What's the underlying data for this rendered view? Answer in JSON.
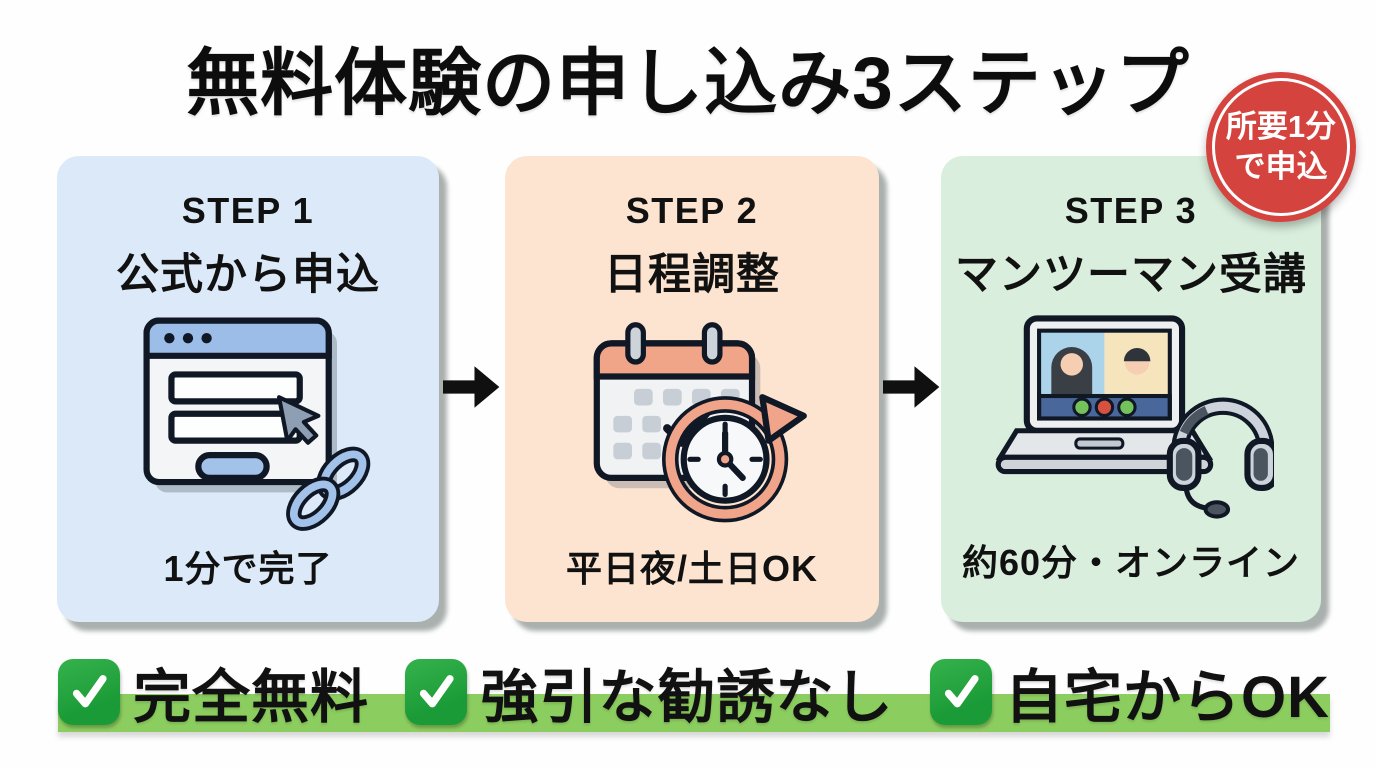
{
  "title": "無料体験の申し込み3ステップ",
  "badge": {
    "text_line1": "所要1分",
    "text_line2": "で申込",
    "bg_color": "#d5433e",
    "ring_color": "#ffffff"
  },
  "steps": [
    {
      "step_label": "STEP 1",
      "name": "公式から申込",
      "caption": "1分で完了",
      "bg_color": "#dbe9f8",
      "icon": "browser-form-link-icon"
    },
    {
      "step_label": "STEP 2",
      "name": "日程調整",
      "caption": "平日夜/土日OK",
      "bg_color": "#fce4d1",
      "icon": "calendar-clock-icon"
    },
    {
      "step_label": "STEP 3",
      "name": "マンツーマン受講",
      "caption": "約60分・オンライン",
      "bg_color": "#d9eedd",
      "icon": "video-call-headset-icon"
    }
  ],
  "arrows": {
    "icon": "right-arrow-icon",
    "color": "#111111"
  },
  "footer": {
    "band_color": "#8ccd5f",
    "check_bg_color": "#23a33c",
    "items": [
      {
        "label": "完全無料"
      },
      {
        "label": "強引な勧誘なし"
      },
      {
        "label": "自宅からOK"
      }
    ]
  }
}
